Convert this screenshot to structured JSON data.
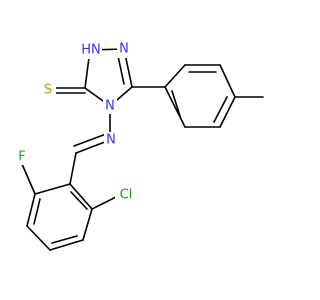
{
  "atoms": [
    {
      "id": "nh",
      "text": "HN",
      "color": "#3333ff"
    },
    {
      "id": "n2",
      "text": "N",
      "color": "#3333ff"
    },
    {
      "id": "n4",
      "text": "N",
      "color": "#3333ff"
    },
    {
      "id": "nim",
      "text": "N",
      "color": "#3333ff"
    },
    {
      "id": "s",
      "text": "S",
      "color": "#b8a000"
    },
    {
      "id": "cl",
      "text": "Cl",
      "color": "#1e9e1e"
    },
    {
      "id": "f",
      "text": "F",
      "color": "#33a033"
    }
  ]
}
